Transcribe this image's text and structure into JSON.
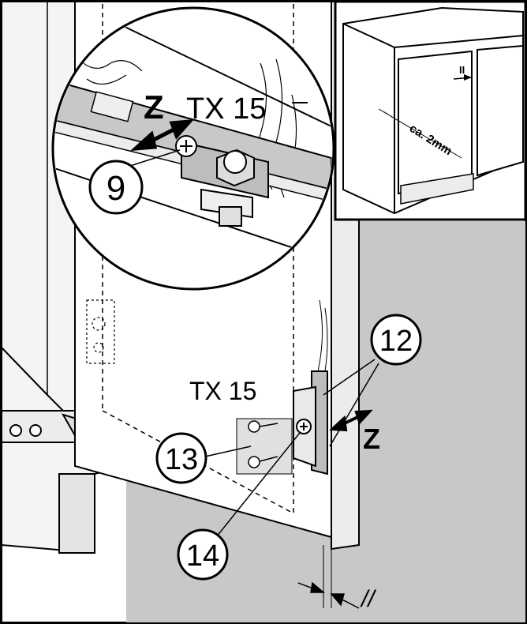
{
  "figure": {
    "inset": {
      "ca_label": "ca. 2mm",
      "parallel_mark": "II"
    },
    "zoom": {
      "z_label": "Z",
      "torx_label": "TX 15",
      "part_number": "9"
    },
    "main": {
      "torx_label": "TX 15",
      "z_label": "Z",
      "callouts": [
        "12",
        "13",
        "14"
      ],
      "parallel_mark": "//"
    },
    "colors": {
      "background": "#ffffff",
      "line": "#000000",
      "shade": "#c8c8c8",
      "panel": "#e9e9e9"
    }
  }
}
